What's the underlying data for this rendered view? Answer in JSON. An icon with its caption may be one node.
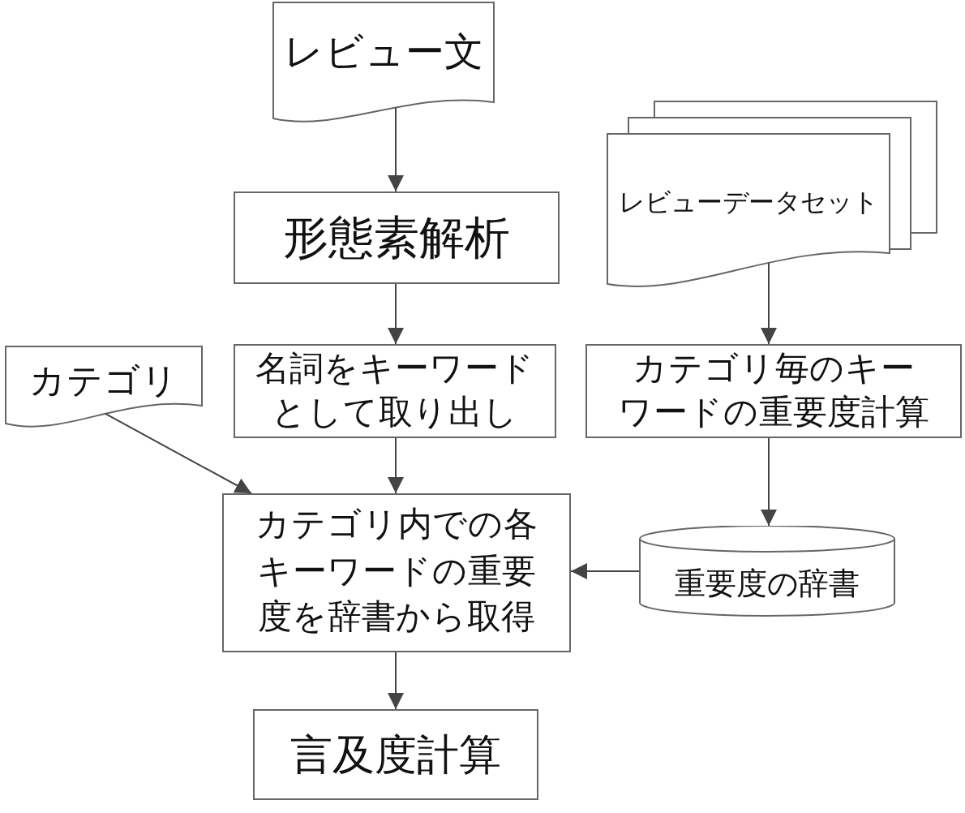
{
  "diagram": {
    "nodes": [
      {
        "text": [
          "レビュー文"
        ]
      },
      {
        "text": [
          "レビューデータセット"
        ]
      },
      {
        "text": [
          "形態素解析"
        ]
      },
      {
        "text": [
          "カテゴリ"
        ]
      },
      {
        "text": [
          "名詞をキーワードとして取り出し"
        ]
      },
      {
        "text": [
          "カテゴリ毎のキーワードの重要度計算"
        ]
      },
      {
        "text": [
          "カテゴリ内での各キーワードの重要度を辞書から取得"
        ]
      },
      {
        "text": [
          "重要度の辞書"
        ]
      },
      {
        "text": [
          "言及度計算"
        ]
      }
    ],
    "edges": [
      {
        "from": 0,
        "to": 2,
        "arrow": "to"
      },
      {
        "from": 2,
        "to": 4,
        "arrow": "to"
      },
      {
        "from": 1,
        "to": 5,
        "arrow": "to"
      },
      {
        "from": 5,
        "to": 7,
        "arrow": "to"
      },
      {
        "from": 4,
        "to": 6,
        "arrow": "to"
      },
      {
        "from": 3,
        "to": 6,
        "arrow": "to"
      },
      {
        "from": 7,
        "to": 6,
        "arrow": "to"
      },
      {
        "from": 6,
        "to": 8,
        "arrow": "to"
      }
    ]
  }
}
